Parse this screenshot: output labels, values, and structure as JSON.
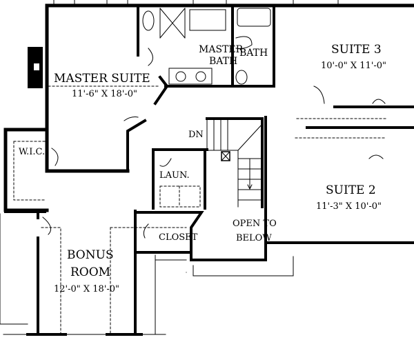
{
  "rooms": {
    "master_suite": {
      "name": "MASTER SUITE",
      "size": "11'-6\" X 18'-0\""
    },
    "master_bath": {
      "name_line1": "MASTER",
      "name_line2": "BATH"
    },
    "bath": {
      "name": "BATH"
    },
    "suite3": {
      "name": "SUITE 3",
      "size": "10'-0\" X 11'-0\""
    },
    "suite2": {
      "name": "SUITE 2",
      "size": "11'-3\" X 10'-0\""
    },
    "wic": {
      "name": "W.I.C."
    },
    "laundry": {
      "name": "LAUN."
    },
    "closet": {
      "name": "CLOSET"
    },
    "open_to_below": {
      "line1": "OPEN TO",
      "line2": "BELOW"
    },
    "bonus_room": {
      "name_line1": "BONUS",
      "name_line2": "ROOM",
      "size": "12'-0\" X 18'-0\""
    },
    "stairs": {
      "label": "DN"
    }
  }
}
